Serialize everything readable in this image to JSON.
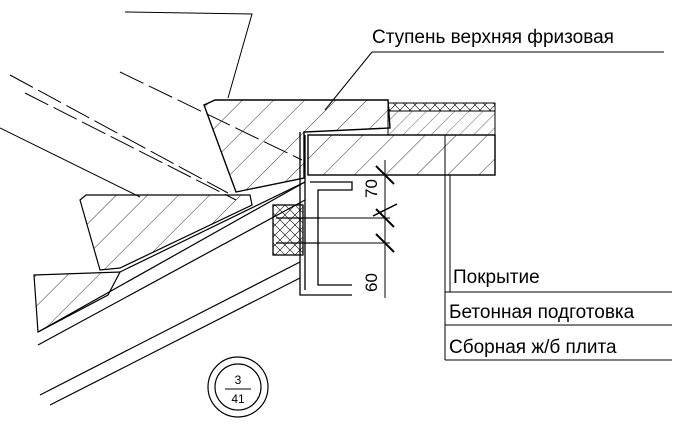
{
  "labels": {
    "frieze_step": "Ступень верхняя фризовая",
    "covering": "Покрытие",
    "concrete_prep": "Бетонная подготовка",
    "precast_slab": "Сборная ж/б плита"
  },
  "dimensions": {
    "upper": "70",
    "lower": "60"
  },
  "node_marker": {
    "top": "3",
    "bottom": "41"
  }
}
